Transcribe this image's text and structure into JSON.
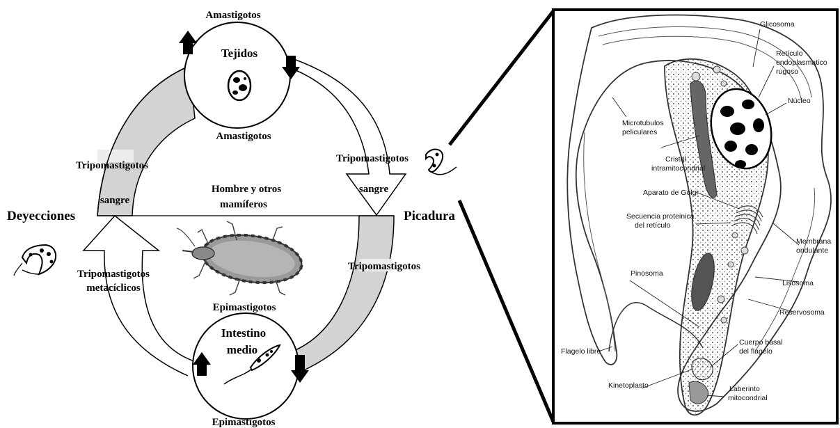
{
  "cycle": {
    "top_node": {
      "title": "Tejidos",
      "label_above": "Amastigotos",
      "label_below": "Amastigotos"
    },
    "bottom_node": {
      "title_line1": "Intestino",
      "title_line2": "medio",
      "label_above": "Epimastigotos",
      "label_below": "Epimastigotos"
    },
    "left_label": "Deyecciones",
    "right_label": "Picadura",
    "center_label_line1": "Hombre y otros",
    "center_label_line2": "mamíferos",
    "upper_left_arrow": {
      "label": "Tripomastigotos",
      "inner_label": "sangre"
    },
    "upper_right_arrow": {
      "label": "Tripomastigotos",
      "inner_label": "sangre"
    },
    "lower_left_arrow": {
      "label_line1": "Tripomastigotos",
      "label_line2": "metacíclicos"
    },
    "lower_right_arrow": {
      "label": "Tripomastigotos"
    }
  },
  "structure": {
    "labels": {
      "glicosoma": "Glicosoma",
      "reticulo_1": "Retículo",
      "reticulo_2": "endoplasmatico",
      "reticulo_3": "rugoso",
      "nucleo": "Núcleo",
      "microtubulos_1": "Microtubulos",
      "microtubulos_2": "peliculares",
      "cristal_1": "Cristal",
      "cristal_2": "intramitocondrial",
      "golgi": "Aparato de Golgi",
      "secuencia_1": "Secuencia proteinica",
      "secuencia_2": "del retículo",
      "membrana_1": "Membrana",
      "membrana_2": "ondulante",
      "lisosoma": "Lisosoma",
      "pinosoma": "Pinosoma",
      "reservosoma": "Reservosoma",
      "flagelo_libre": "Flagelo libre",
      "cuerpo_basal_1": "Cuerpo basal",
      "cuerpo_basal_2": "del flagelo",
      "kinetoplasto": "Kinetoplasto",
      "laberinto_1": "Laberinto",
      "laberinto_2": "mitocondrial"
    }
  }
}
